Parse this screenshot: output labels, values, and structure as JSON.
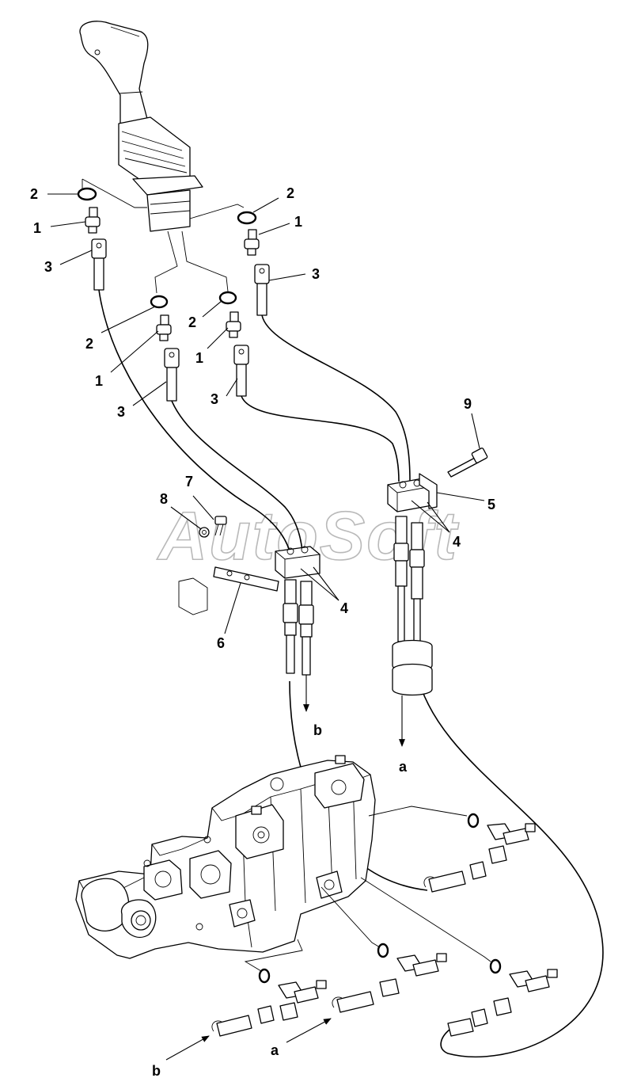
{
  "diagram": {
    "watermark": "AutoSoft",
    "labels": {
      "ring_left": "2",
      "ring_right": "2",
      "ring_mid_left": "2",
      "ring_mid_right": "2",
      "fitting_left": "1",
      "fitting_right": "1",
      "fitting_mid_left": "1",
      "fitting_mid_right": "1",
      "hose_left": "3",
      "hose_right": "3",
      "hose_mid_left": "3",
      "hose_mid_right": "3",
      "clamp_left": "4",
      "clamp_right": "4",
      "bracket_right": "5",
      "plate_left": "6",
      "bolt_small": "7",
      "washer": "8",
      "bolt_long": "9",
      "arrow_b_upper": "b",
      "arrow_a_upper": "a",
      "arrow_b_lower": "b",
      "arrow_a_lower": "a"
    }
  }
}
